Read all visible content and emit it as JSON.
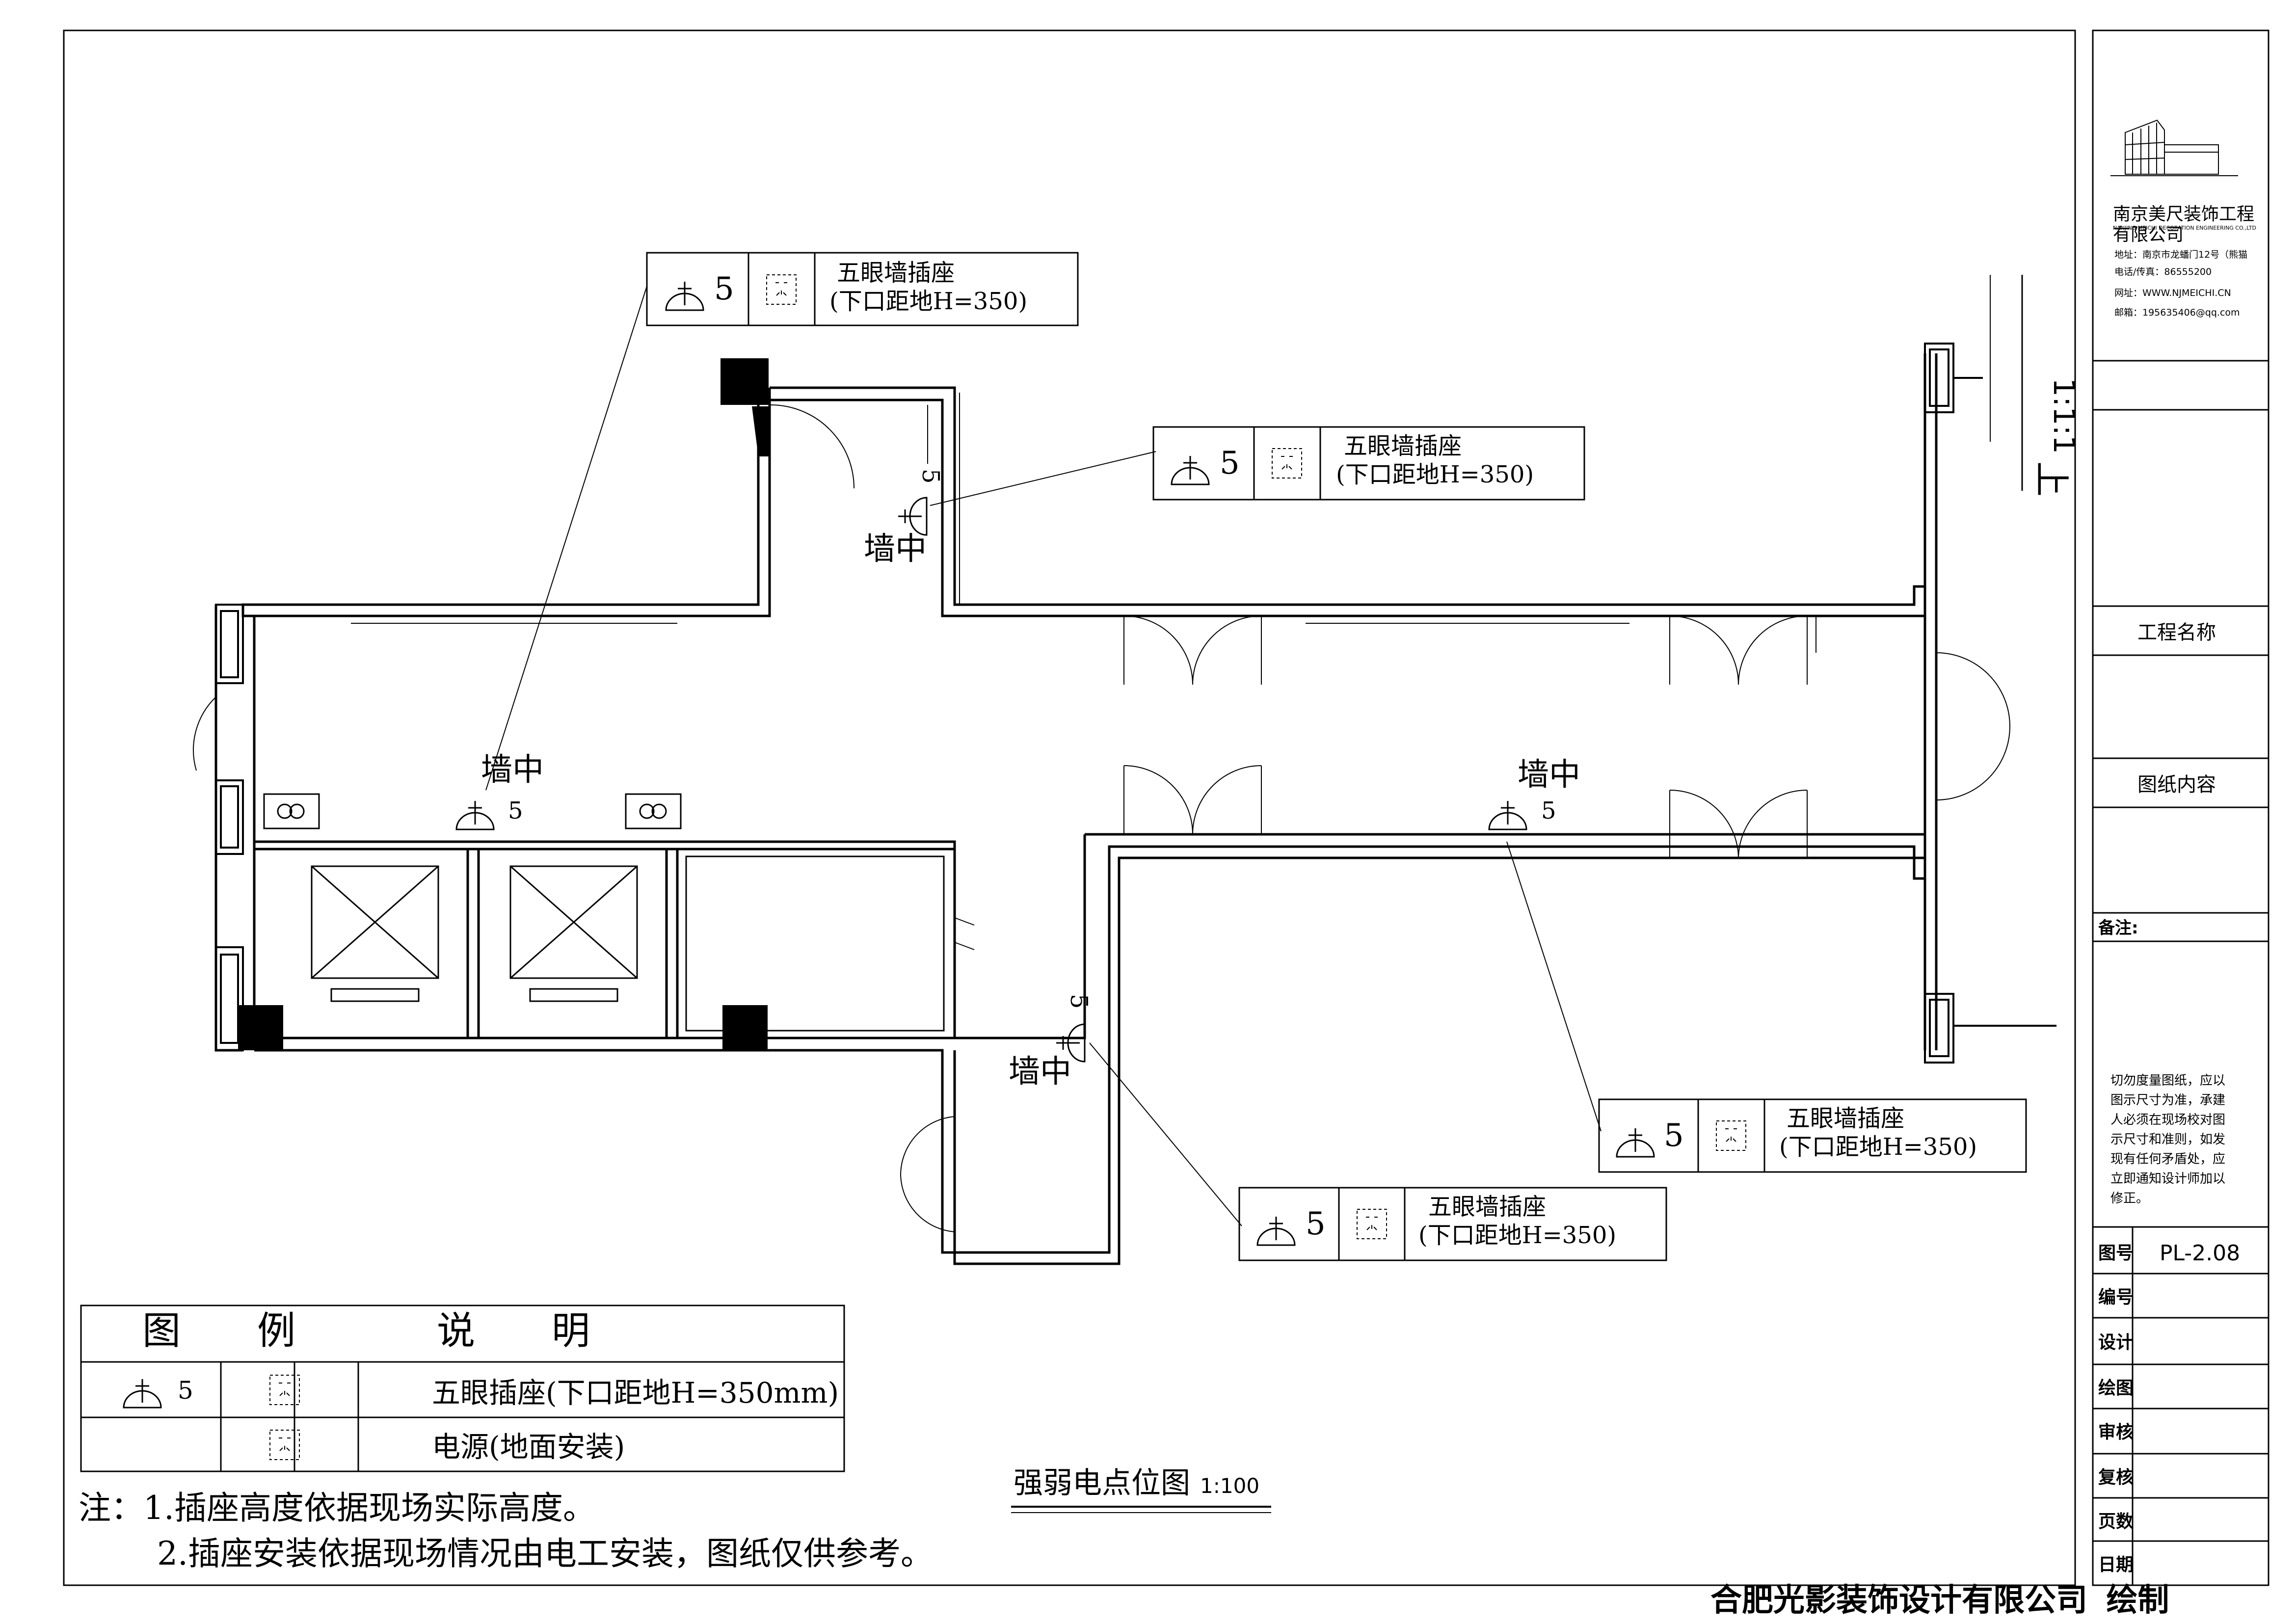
{
  "title_block": {
    "company_cn_line1": "南京美尺装饰工程",
    "company_cn_line2": "有限公司",
    "company_en": "NANJING MEICHI DECORATION ENGINEERING CO.,LTD",
    "address": "地址：南京市龙蟠门12号（熊猫",
    "phone": "电话/传真：86555200",
    "website": "网址：WWW.NJMEICHI.CN",
    "email": "邮箱：195635406@qq.com",
    "project_name_label": "工程名称",
    "drawing_content_label": "图纸内容",
    "remarks_label": "备注:",
    "note_lines": [
      "切勿度量图纸，应以",
      "图示尺寸为准，承建",
      "人必须在现场校对图",
      "示尺寸和准则，如发",
      "现有任何矛盾处，应",
      "立即通知设计师加以",
      "修正。"
    ],
    "rows": [
      {
        "label": "图号",
        "value": "PL-2.08"
      },
      {
        "label": "编号",
        "value": ""
      },
      {
        "label": "设计",
        "value": ""
      },
      {
        "label": "绘图",
        "value": ""
      },
      {
        "label": "审核",
        "value": ""
      },
      {
        "label": "复核",
        "value": ""
      },
      {
        "label": "页数",
        "value": ""
      },
      {
        "label": "日期",
        "value": ""
      }
    ]
  },
  "callouts": [
    {
      "num": "5",
      "label": "五眼墙插座",
      "sub": "(下口距地H=350)"
    },
    {
      "num": "5",
      "label": "五眼墙插座",
      "sub": "(下口距地H=350)"
    },
    {
      "num": "5",
      "label": "五眼墙插座",
      "sub": "(下口距地H=350)"
    },
    {
      "num": "5",
      "label": "五眼墙插座",
      "sub": "(下口距地H=350)"
    }
  ],
  "plan_tags": {
    "wall_mid": "墙中",
    "socket_num": "5",
    "up_label": "上",
    "scale_tag": "1:1:1"
  },
  "legend": {
    "header_col1": "图　　例",
    "header_col2": "说　　明",
    "row1_num": "5",
    "row1_desc": "五眼插座(下口距地H=350mm)",
    "row2_desc": "电源(地面安装)"
  },
  "notes": {
    "line1": "注：1.插座高度依据现场实际高度。",
    "line2": "2.插座安装依据现场情况由电工安装，图纸仅供参考。"
  },
  "drawing_title": {
    "name": "强弱电点位图",
    "scale": "1:100"
  },
  "footer_credit": "合肥光影装饰设计有限公司 绘制"
}
